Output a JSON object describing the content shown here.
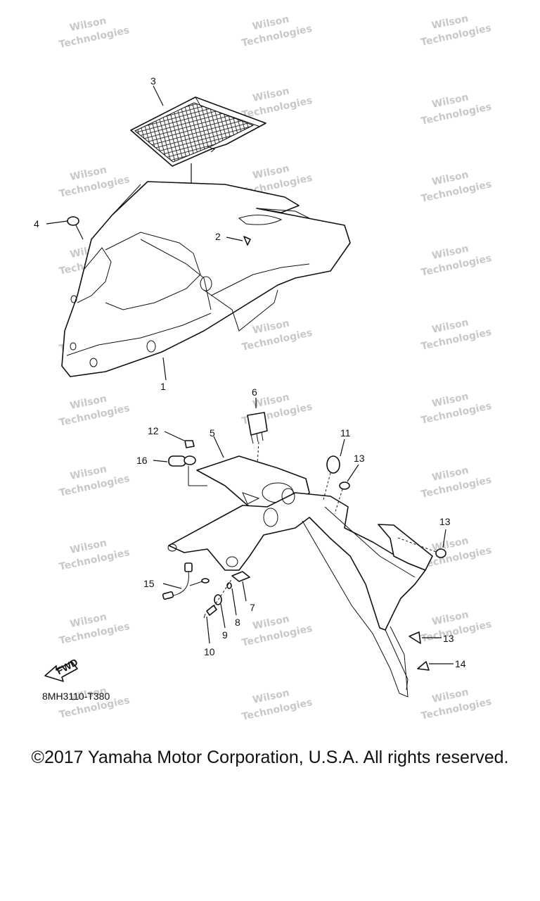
{
  "diagram_code": "8MH3110-T380",
  "fwd_label": "FWD",
  "copyright": "©2017 Yamaha Motor Corporation, U.S.A. All rights reserved.",
  "watermark": [
    "Wilson",
    "Technologies"
  ],
  "callouts": [
    "1",
    "2",
    "3",
    "4",
    "5",
    "6",
    "7",
    "8",
    "9",
    "10",
    "11",
    "12",
    "13",
    "13",
    "13",
    "14",
    "15",
    "16"
  ]
}
